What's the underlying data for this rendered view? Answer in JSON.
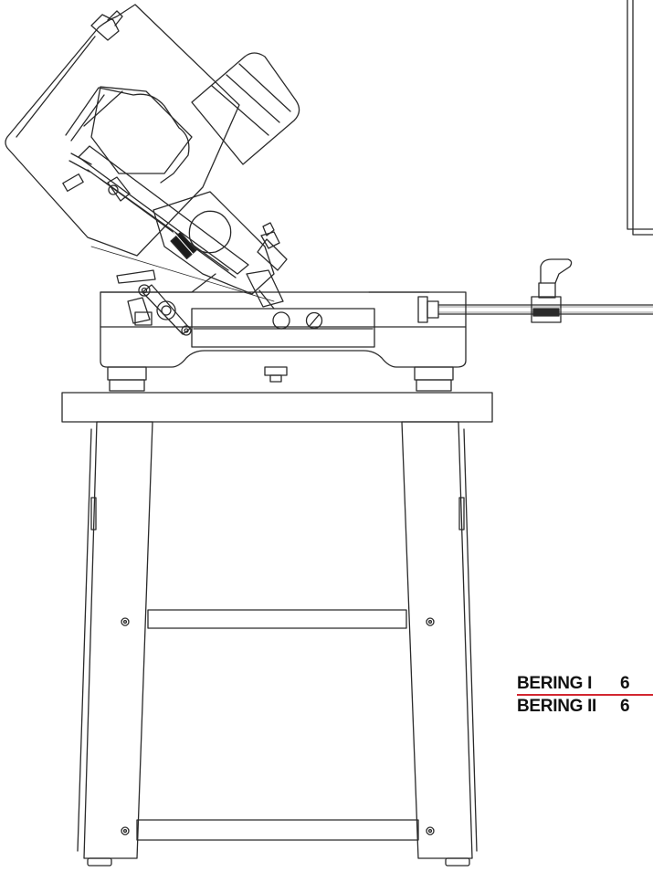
{
  "labels": {
    "model_1": "BERING I",
    "model_1_code": "6",
    "model_2": "BERING II",
    "model_2_code": "6"
  },
  "colors": {
    "line": "#2a2a2a",
    "accent_rule": "#d22630",
    "text": "#111111",
    "background": "#ffffff",
    "knob_dark": "#1a1a1a"
  }
}
